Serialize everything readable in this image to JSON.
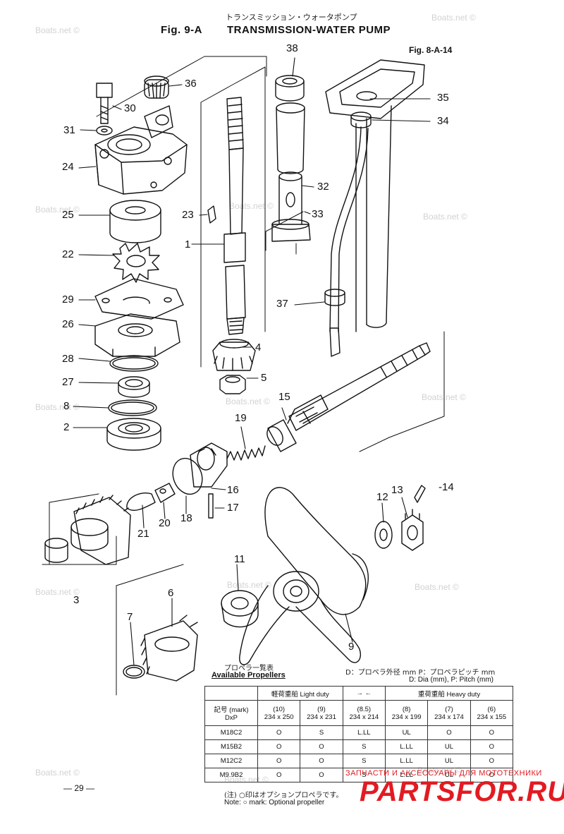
{
  "header": {
    "title_jp": "トランスミッション・ウォータポンプ",
    "fig_label": "Fig. 9-A",
    "title_en": "TRANSMISSION-WATER PUMP",
    "fig_ref": "Fig. 8-A-14"
  },
  "watermark": "Boats.net ©",
  "parts": {
    "p38": "38",
    "p36": "36",
    "p30": "30",
    "p31": "31",
    "p24": "24",
    "p35": "35",
    "p34": "34",
    "p32": "32",
    "p33": "33",
    "p23": "23",
    "p25": "25",
    "p1": "1",
    "p22": "22",
    "p29": "29",
    "p37": "37",
    "p26": "26",
    "p4": "4",
    "p28": "28",
    "p5": "5",
    "p27": "27",
    "p15": "15",
    "p8": "8",
    "p19": "19",
    "p2": "2",
    "p16": "16",
    "p12": "12",
    "p13": "13",
    "p14": "-14",
    "p17": "17",
    "p18": "18",
    "p20": "20",
    "p21": "21",
    "p3": "3",
    "p11": "11",
    "p6": "6",
    "p7": "7",
    "p9": "9"
  },
  "propellers": {
    "title_jp": "プロペラ一覧表",
    "title_en": "Available Propellers",
    "legend_jp": "D：プロペラ外径 mm P：プロペラピッチ mm",
    "legend_en": "D: Dia (mm), P: Pitch (mm)",
    "light_duty": "軽荷重船 Light duty",
    "heavy_duty": "重荷重船 Heavy duty",
    "mark_label": "記号 (mark)",
    "dxp_label": "DxP",
    "sizes": [
      {
        "code": "(10)",
        "size": "234 x 250"
      },
      {
        "code": "(9)",
        "size": "234 x 231"
      },
      {
        "code": "(8.5)",
        "size": "234 x 214"
      },
      {
        "code": "(8)",
        "size": "234 x 199"
      },
      {
        "code": "(7)",
        "size": "234 x 174"
      },
      {
        "code": "(6)",
        "size": "234 x 155"
      }
    ],
    "rows": [
      {
        "model": "M18C2",
        "cells": [
          "O",
          "S",
          "L.LL",
          "UL",
          "O",
          "O"
        ]
      },
      {
        "model": "M15B2",
        "cells": [
          "O",
          "O",
          "S",
          "L.LL",
          "UL",
          "O"
        ]
      },
      {
        "model": "M12C2",
        "cells": [
          "O",
          "O",
          "S",
          "L.LL",
          "UL",
          "O"
        ]
      },
      {
        "model": "M9.9B2",
        "cells": [
          "O",
          "O",
          "S",
          "L.LL",
          "UL",
          "O"
        ]
      }
    ],
    "note_jp": "(注) ○印はオプションプロペラです。",
    "note_en": "Note: ○ mark: Optional propeller"
  },
  "page_number": "— 29 —",
  "brand": {
    "tagline": "ЗАПЧАСТИ И АКСЕССУАРЫ ДЛЯ МОТОТЕХНИКИ",
    "name": "PARTSFOR.RU"
  }
}
